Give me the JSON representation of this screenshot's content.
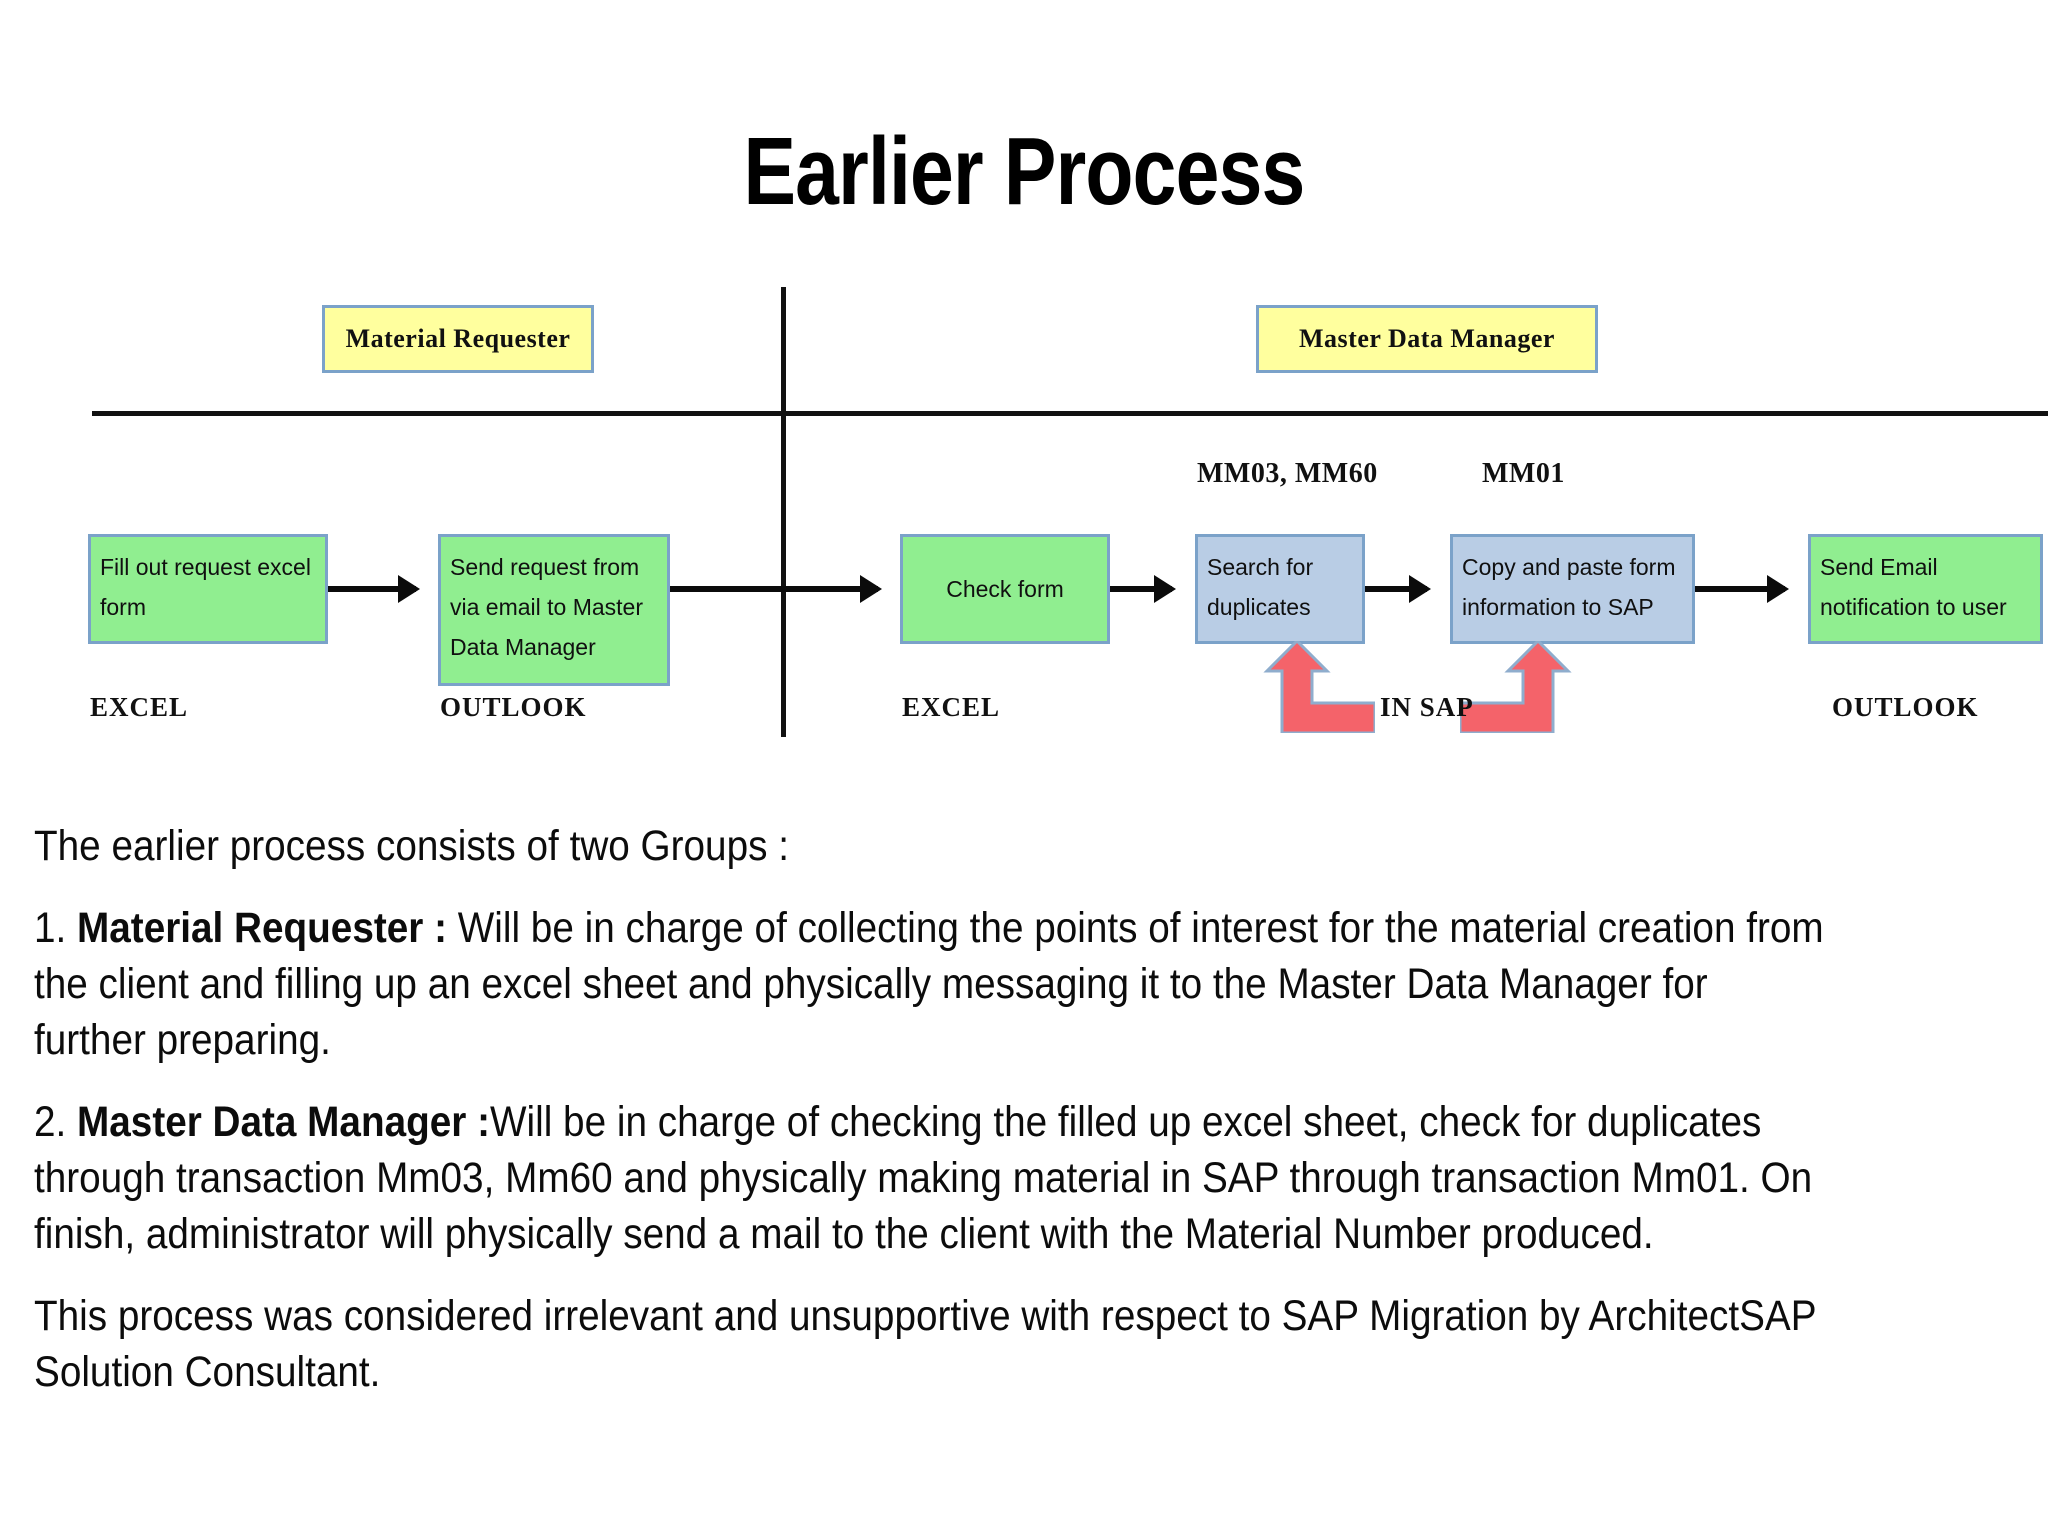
{
  "slide": {
    "title": "Earlier Process"
  },
  "diagram": {
    "lanes": [
      {
        "id": "material-requester",
        "label": "Material Requester"
      },
      {
        "id": "master-data-manager",
        "label": "Master Data Manager"
      }
    ],
    "transaction_labels": [
      {
        "id": "mm03-mm60",
        "text": "MM03, MM60"
      },
      {
        "id": "mm01",
        "text": "MM01"
      }
    ],
    "steps": [
      {
        "id": "fill-out-request-excel-form",
        "label": "Fill out request excel form",
        "fill": "#90ee90",
        "caption": "EXCEL"
      },
      {
        "id": "send-request-via-email",
        "label": "Send request from via email to Master Data Manager",
        "fill": "#90ee90",
        "caption": "OUTLOOK"
      },
      {
        "id": "check-form",
        "label": "Check form",
        "fill": "#90ee90",
        "caption": "EXCEL"
      },
      {
        "id": "search-for-duplicates",
        "label": "Search for duplicates",
        "fill": "#b9cde5",
        "caption": ""
      },
      {
        "id": "copy-and-paste-form-information-to-sap",
        "label": "Copy and paste form information to SAP",
        "fill": "#b9cde5",
        "caption": ""
      },
      {
        "id": "send-email-notification-to-user",
        "label": "Send Email notification to user",
        "fill": "#90ee90",
        "caption": "OUTLOOK"
      }
    ],
    "captions": {
      "excel_1": "EXCEL",
      "outlook_1": "OUTLOOK",
      "excel_2": "EXCEL",
      "in_sap": "IN SAP",
      "outlook_2": "OUTLOOK"
    },
    "colors": {
      "lane_header_fill": "#ffff9e",
      "box_border": "#7ba2c9",
      "green_fill": "#90ee90",
      "blue_fill": "#b9cde5",
      "red_arrow_fill": "#f4636a",
      "red_arrow_stroke": "#8fadcd",
      "connector": "#0b0b0b"
    }
  },
  "body": {
    "intro": "The earlier process consists of two Groups :",
    "item1_number": "1.",
    "item1_term": "Material Requester :",
    "item1_text": " Will be in charge of collecting the points of interest for the material creation from the client and filling up an excel sheet and physically messaging it to the Master Data Manager for further preparing.",
    "item2_number": "2.",
    "item2_term": "Master Data Manager :",
    "item2_text": "Will be in charge of checking the filled up excel sheet, check for duplicates through transaction Mm03, Mm60 and physically making material in SAP through transaction Mm01. On finish, administrator will physically send a mail to the client with the Material Number produced.",
    "closing": "This process was considered irrelevant and unsupportive with respect to SAP Migration by ArchitectSAP Solution Consultant."
  }
}
